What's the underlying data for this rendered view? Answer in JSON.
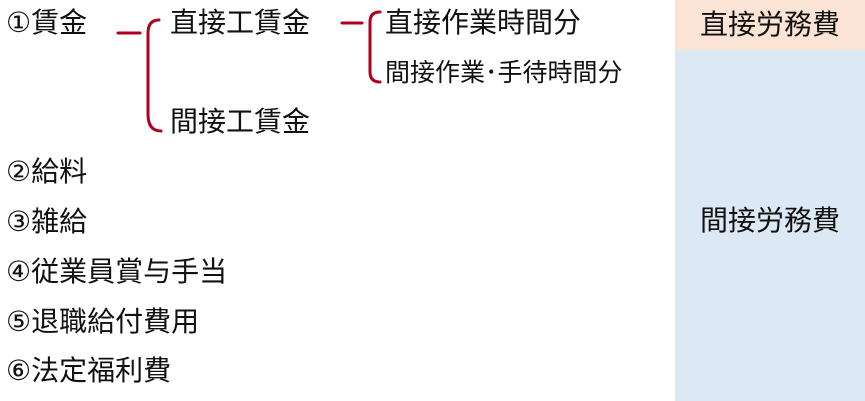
{
  "wage": {
    "label": "①賃金",
    "direct_wage": "直接工賃金",
    "direct_work_time": "直接作業時間分",
    "indirect_wait_time": "間接作業･手待時間分",
    "indirect_wage": "間接工賃金"
  },
  "items": [
    "②給料",
    "③雑給",
    "④従業員賞与手当",
    "⑤退職給付費用",
    "⑥法定福利費"
  ],
  "panels": {
    "direct_label": "直接労務費",
    "indirect_label": "間接労務費",
    "direct_color": "#fbe3d6",
    "indirect_color": "#dce9f5",
    "bracket_color": "#b00020"
  }
}
